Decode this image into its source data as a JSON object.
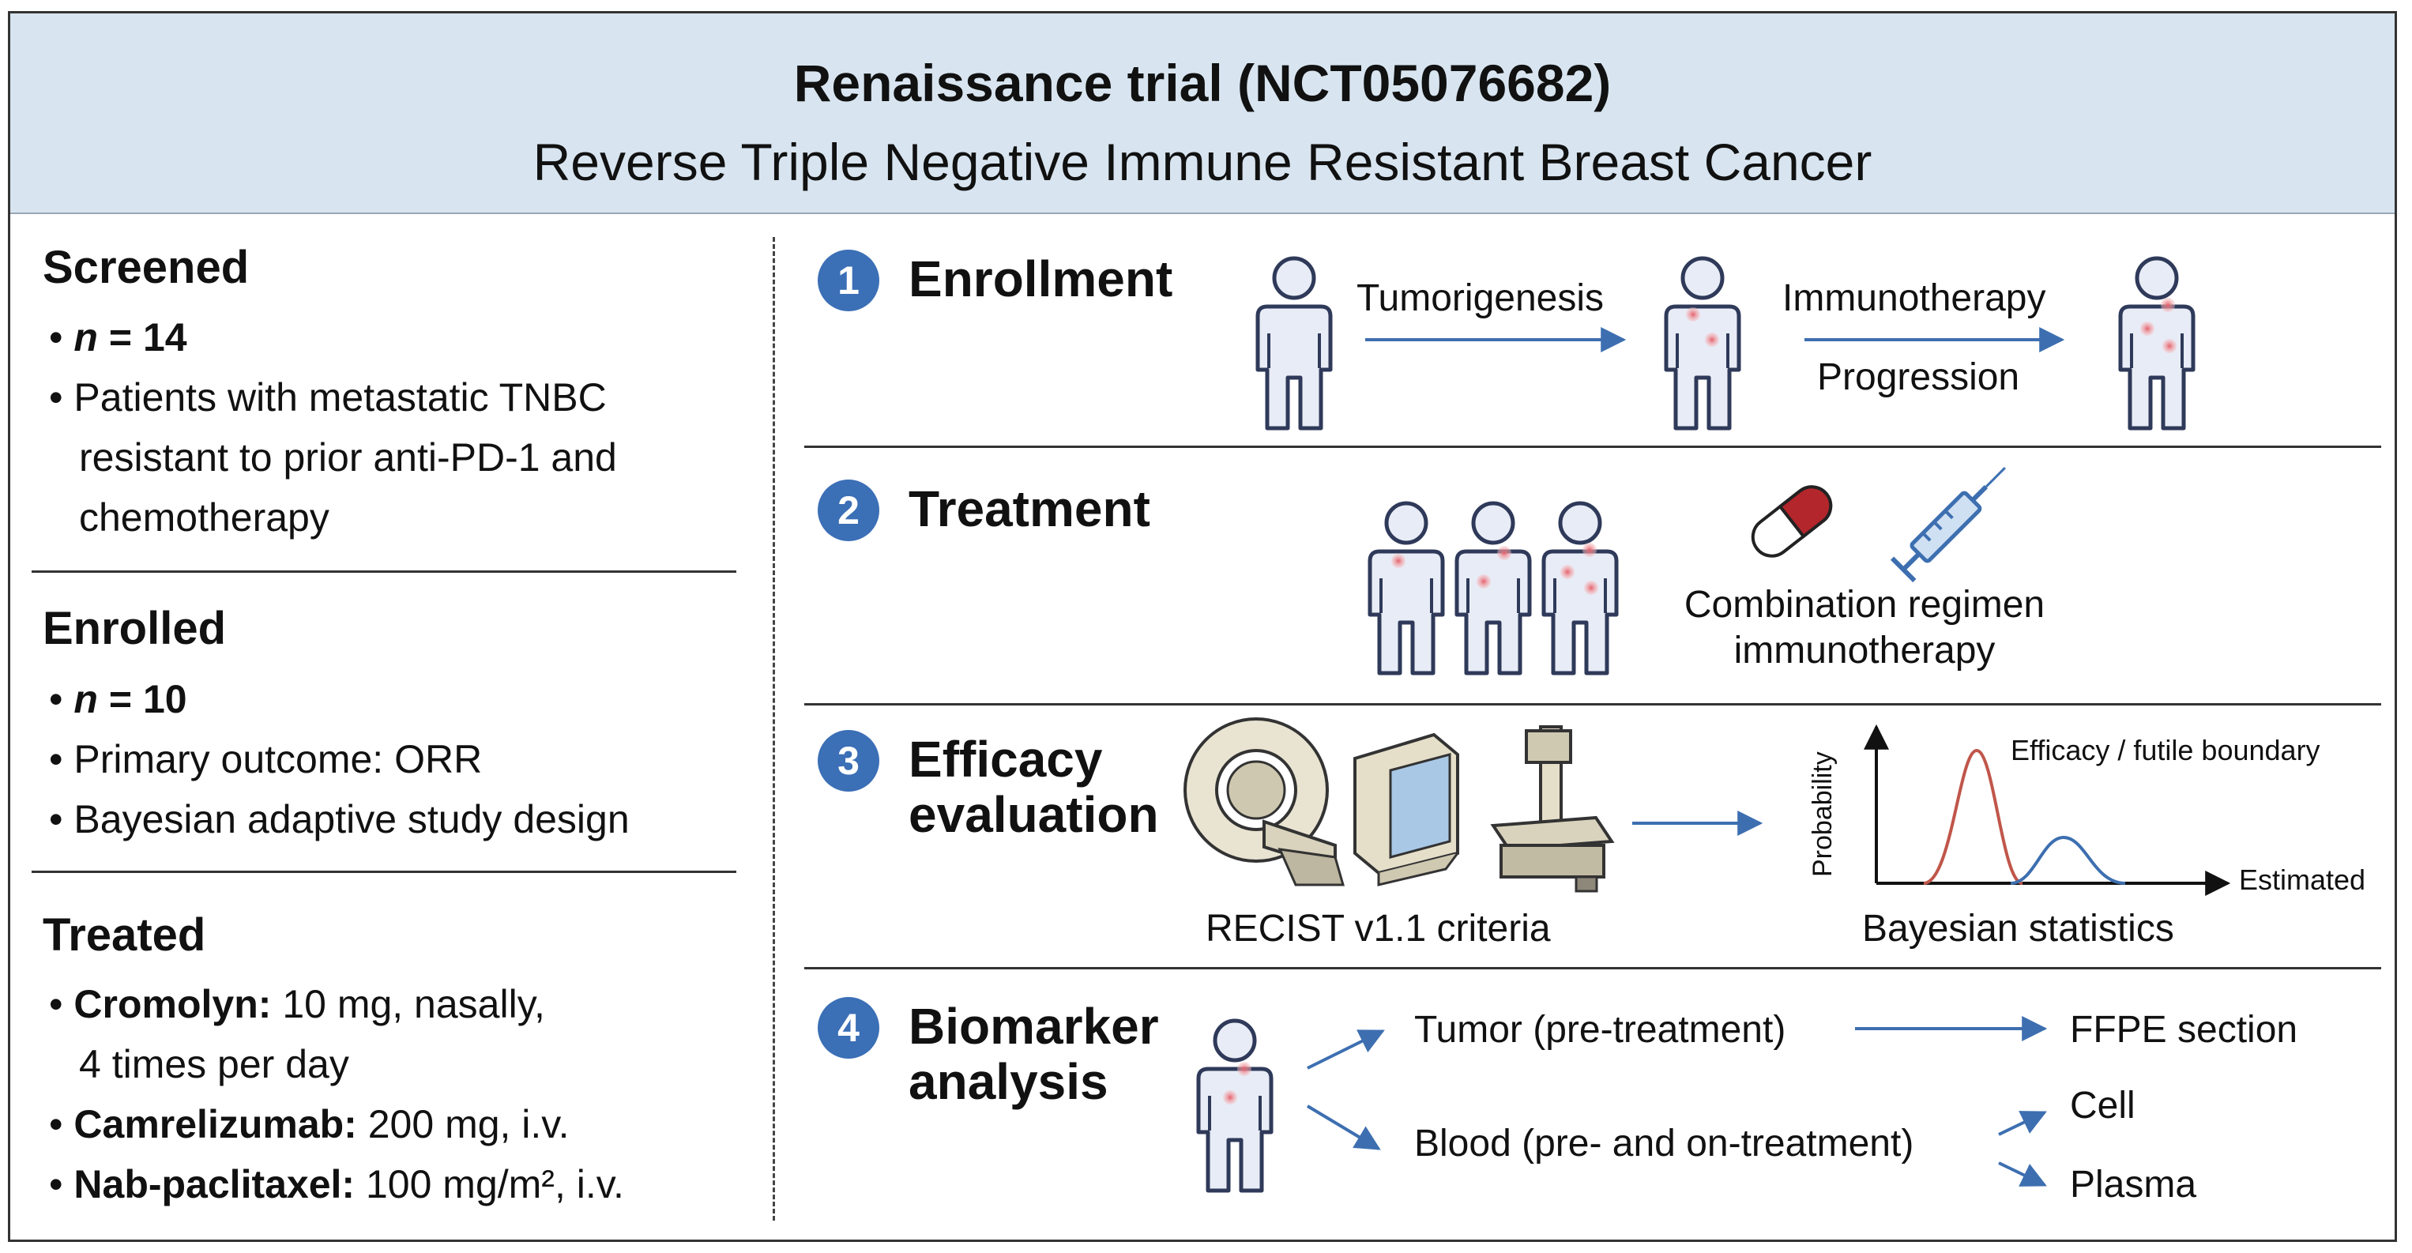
{
  "header": {
    "title": "Renaissance trial (NCT05076682)",
    "subtitle": "Reverse Triple Negative Immune Resistant Breast Cancer"
  },
  "colors": {
    "header_bg": "#d8e5f0",
    "badge": "#3b6fb6",
    "arrow": "#3d6fb0",
    "figure_outline": "#2f3a5a",
    "figure_fill": "#e8ecf6",
    "tumor_spot": "#e6606a",
    "pill_red": "#b3262c",
    "syringe": "#3d6fb0",
    "curve_efficacy": "#c0564a",
    "curve_futile": "#3d6fb0"
  },
  "left_panel": {
    "screened": {
      "heading": "Screened",
      "n_label": "n",
      "n_value": "= 14",
      "bullet_2": "Patients with metastatic TNBC",
      "bullet_2_line2": "resistant to prior anti-PD-1 and",
      "bullet_2_line3": "chemotherapy"
    },
    "enrolled": {
      "heading": "Enrolled",
      "n_label": "n",
      "n_value": "= 10",
      "bullet_2": "Primary outcome: ORR",
      "bullet_3": "Bayesian adaptive study design"
    },
    "treated": {
      "heading": "Treated",
      "drug_1_name": "Cromolyn:",
      "drug_1_dose": "10 mg, nasally,",
      "drug_1_dose_line2": "4 times per day",
      "drug_2_name": "Camrelizumab:",
      "drug_2_dose": "200 mg, i.v.",
      "drug_3_name": "Nab-paclitaxel:",
      "drug_3_dose": "100 mg/m², i.v."
    }
  },
  "sections": {
    "s1": {
      "number": "1",
      "title": "Enrollment",
      "arrow_1_label": "Tumorigenesis",
      "arrow_2_label_top": "Immunotherapy",
      "arrow_2_label_bottom": "Progression"
    },
    "s2": {
      "number": "2",
      "title": "Treatment",
      "caption_line1": "Combination regimen",
      "caption_line2": "immunotherapy"
    },
    "s3": {
      "number": "3",
      "title_line1": "Efficacy",
      "title_line2": "evaluation",
      "imaging_caption": "RECIST v1.1 criteria",
      "chart_ylabel": "Probability",
      "chart_xlabel": "Estimated",
      "chart_annotation": "Efficacy / futile boundary",
      "chart_caption": "Bayesian statistics"
    },
    "s4": {
      "number": "4",
      "title_line1": "Biomarker",
      "title_line2": "analysis",
      "tumor_label": "Tumor (pre-treatment)",
      "ffpe_label": "FFPE section",
      "blood_label": "Blood (pre- and on-treatment)",
      "cell_label": "Cell",
      "plasma_label": "Plasma"
    }
  },
  "icons": {
    "figure": "person-outline-icon",
    "tumor_figure": "person-with-tumor-icon",
    "pill": "capsule-pill-icon",
    "syringe": "syringe-icon",
    "mri": "mri-scanner-icon",
    "monitor": "computer-monitor-icon",
    "xray": "xray-machine-icon",
    "arrow": "arrow-right-icon"
  }
}
